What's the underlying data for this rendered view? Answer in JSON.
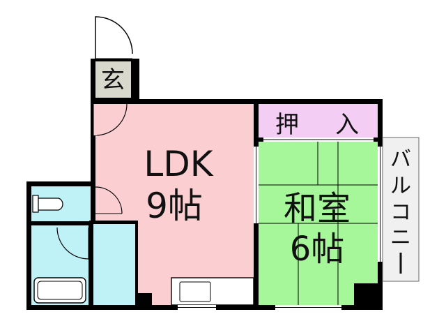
{
  "floorplan": {
    "entrance": {
      "label": "玄"
    },
    "ldk": {
      "label": "LDK",
      "size": "9帖"
    },
    "closet": {
      "label_a": "押",
      "label_b": "入"
    },
    "washitsu": {
      "label": "和室",
      "size": "6帖"
    },
    "balcony": {
      "chars": [
        "バ",
        "ル",
        "コ",
        "ニ",
        "ー"
      ]
    }
  },
  "colors": {
    "wall": "#000000",
    "ldk": "#fbcfd2",
    "washitsu": "#a6f79a",
    "closet": "#f4cdf4",
    "wet_area": "#bff2f7",
    "entrance": "#d8d8cc",
    "balcony": "#f0f0f0"
  }
}
